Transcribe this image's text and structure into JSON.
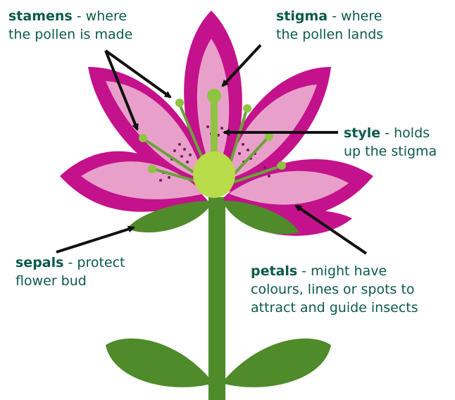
{
  "colors": {
    "text": "#0b5a4a",
    "petal_outer": "#c3128b",
    "petal_inner": "#e8a0cb",
    "stamen_green": "#8fc441",
    "stigma_green": "#8fc441",
    "stem_green": "#4f8a2b",
    "ovary_green": "#b8dc4a",
    "spots": "#7a1a5a",
    "arrow": "#111111"
  },
  "labels": {
    "stamens": {
      "term": "stamens",
      "desc_line1": " - where",
      "desc_line2": "the pollen is made"
    },
    "stigma": {
      "term": "stigma",
      "desc_line1": " - where",
      "desc_line2": "the pollen lands"
    },
    "style": {
      "term": "style",
      "desc_line1": "  - holds",
      "desc_line2": "up the stigma"
    },
    "sepals": {
      "term": "sepals",
      "desc_line1": " - protect",
      "desc_line2": "flower bud"
    },
    "petals": {
      "term": "petals",
      "desc_line1": " - might have",
      "desc_line2": "colours, lines or spots to",
      "desc_line3": "attract and guide insects"
    }
  }
}
